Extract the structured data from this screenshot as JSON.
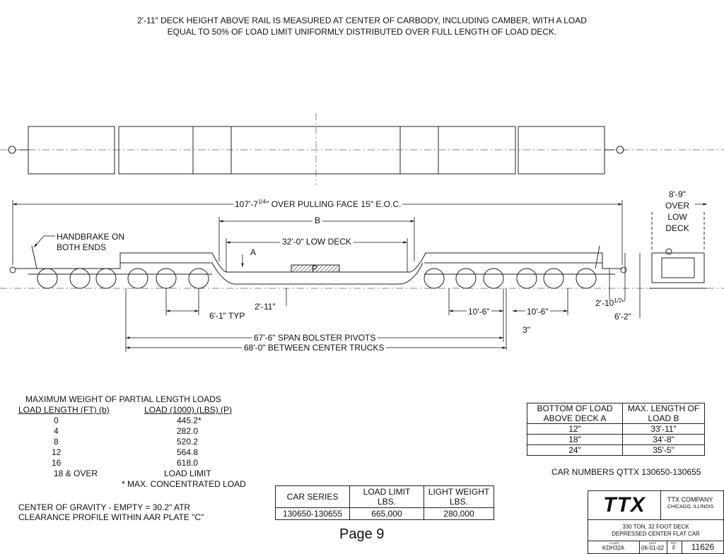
{
  "header_note": {
    "line1": "2'-11\" DECK HEIGHT ABOVE RAIL IS MEASURED AT CENTER OF CARBODY, INCLUDING CAMBER, WITH A LOAD",
    "line2": "EQUAL TO 50% OF LOAD LIMIT UNIFORMLY DISTRIBUTED OVER FULL LENGTH OF LOAD DECK."
  },
  "dimensions": {
    "overall_length": "107'-7",
    "overall_length_fraction": "1/4",
    "overall_length_tail": "\" OVER PULLING FACE 15\" E.O.C.",
    "dim_b": "B",
    "low_deck": "32'-0\" LOW DECK",
    "dim_a": "A",
    "deck_height": "2'-11\"",
    "axle_spacing": "6'-1\" TYP",
    "truck_spacing_1": "10'-6\"",
    "truck_spacing_2": "10'-6\"",
    "rail_gap": "3\"",
    "span_bolster": "67'-6\" SPAN BOLSTER PIVOTS",
    "between_trucks": "68'-0\" BETWEEN CENTER TRUCKS",
    "height_1": "2'-10",
    "height_1_fraction": "1/2",
    "height_1_tail": "\"",
    "height_2": "6'-2\"",
    "load_marker": "P"
  },
  "handbrake_note": {
    "line1": "HANDBRAKE ON",
    "line2": "BOTH ENDS"
  },
  "end_view": {
    "line1": "8'-9\"",
    "line2": "OVER",
    "line3": "LOW",
    "line4": "DECK"
  },
  "partial_loads": {
    "title": "MAXIMUM WEIGHT OF PARTIAL LENGTH LOADS",
    "col1": "LOAD LENGTH (FT) (b)",
    "col2": "LOAD (1000) (LBS) (P)",
    "rows": [
      {
        "length": "0",
        "load": "445.2*"
      },
      {
        "length": "4",
        "load": "282.0"
      },
      {
        "length": "8",
        "load": "520.2"
      },
      {
        "length": "12",
        "load": "564.8"
      },
      {
        "length": "16",
        "load": "618.0"
      },
      {
        "length": "18 & OVER",
        "load": "LOAD LIMIT"
      }
    ],
    "footnote": "* MAX. CONCENTRATED LOAD"
  },
  "cg_note": {
    "line1": "CENTER OF GRAVITY - EMPTY = 30.2\" ATR",
    "line2": "CLEARANCE PROFILE WITHIN AAR PLATE \"C\""
  },
  "car_table": {
    "h1": "CAR SERIES",
    "h2a": "LOAD LIMIT",
    "h2b": "LBS.",
    "h3a": "LIGHT WEIGHT",
    "h3b": "LBS.",
    "series": "130650-130655",
    "load_limit": "665,000",
    "light_weight": "280,000"
  },
  "deck_table": {
    "h1a": "BOTTOM OF LOAD",
    "h1b": "ABOVE DECK A",
    "h2a": "MAX. LENGTH OF",
    "h2b": "LOAD B",
    "rows": [
      {
        "a": "12\"",
        "b": "33'-11\""
      },
      {
        "a": "18\"",
        "b": "34'-8\""
      },
      {
        "a": "24\"",
        "b": "35'-5\""
      }
    ]
  },
  "car_numbers": "CAR NUMBERS QTTX 130650-130655",
  "page_label": "Page 9",
  "title_block": {
    "logo": "TTX",
    "company": "TTX COMPANY",
    "city": "CHICAGO, ILLINOIS",
    "desc1": "330 TON, 32 FOOT DECK",
    "desc2": "DEPRESSED CENTER FLAT CAR",
    "class_label": "CLASS",
    "class_value": "KDH32A",
    "date_label": "DATE",
    "date_value": "06-01-02",
    "rev_label": "REV",
    "rev_value": "F",
    "number": "11626"
  }
}
